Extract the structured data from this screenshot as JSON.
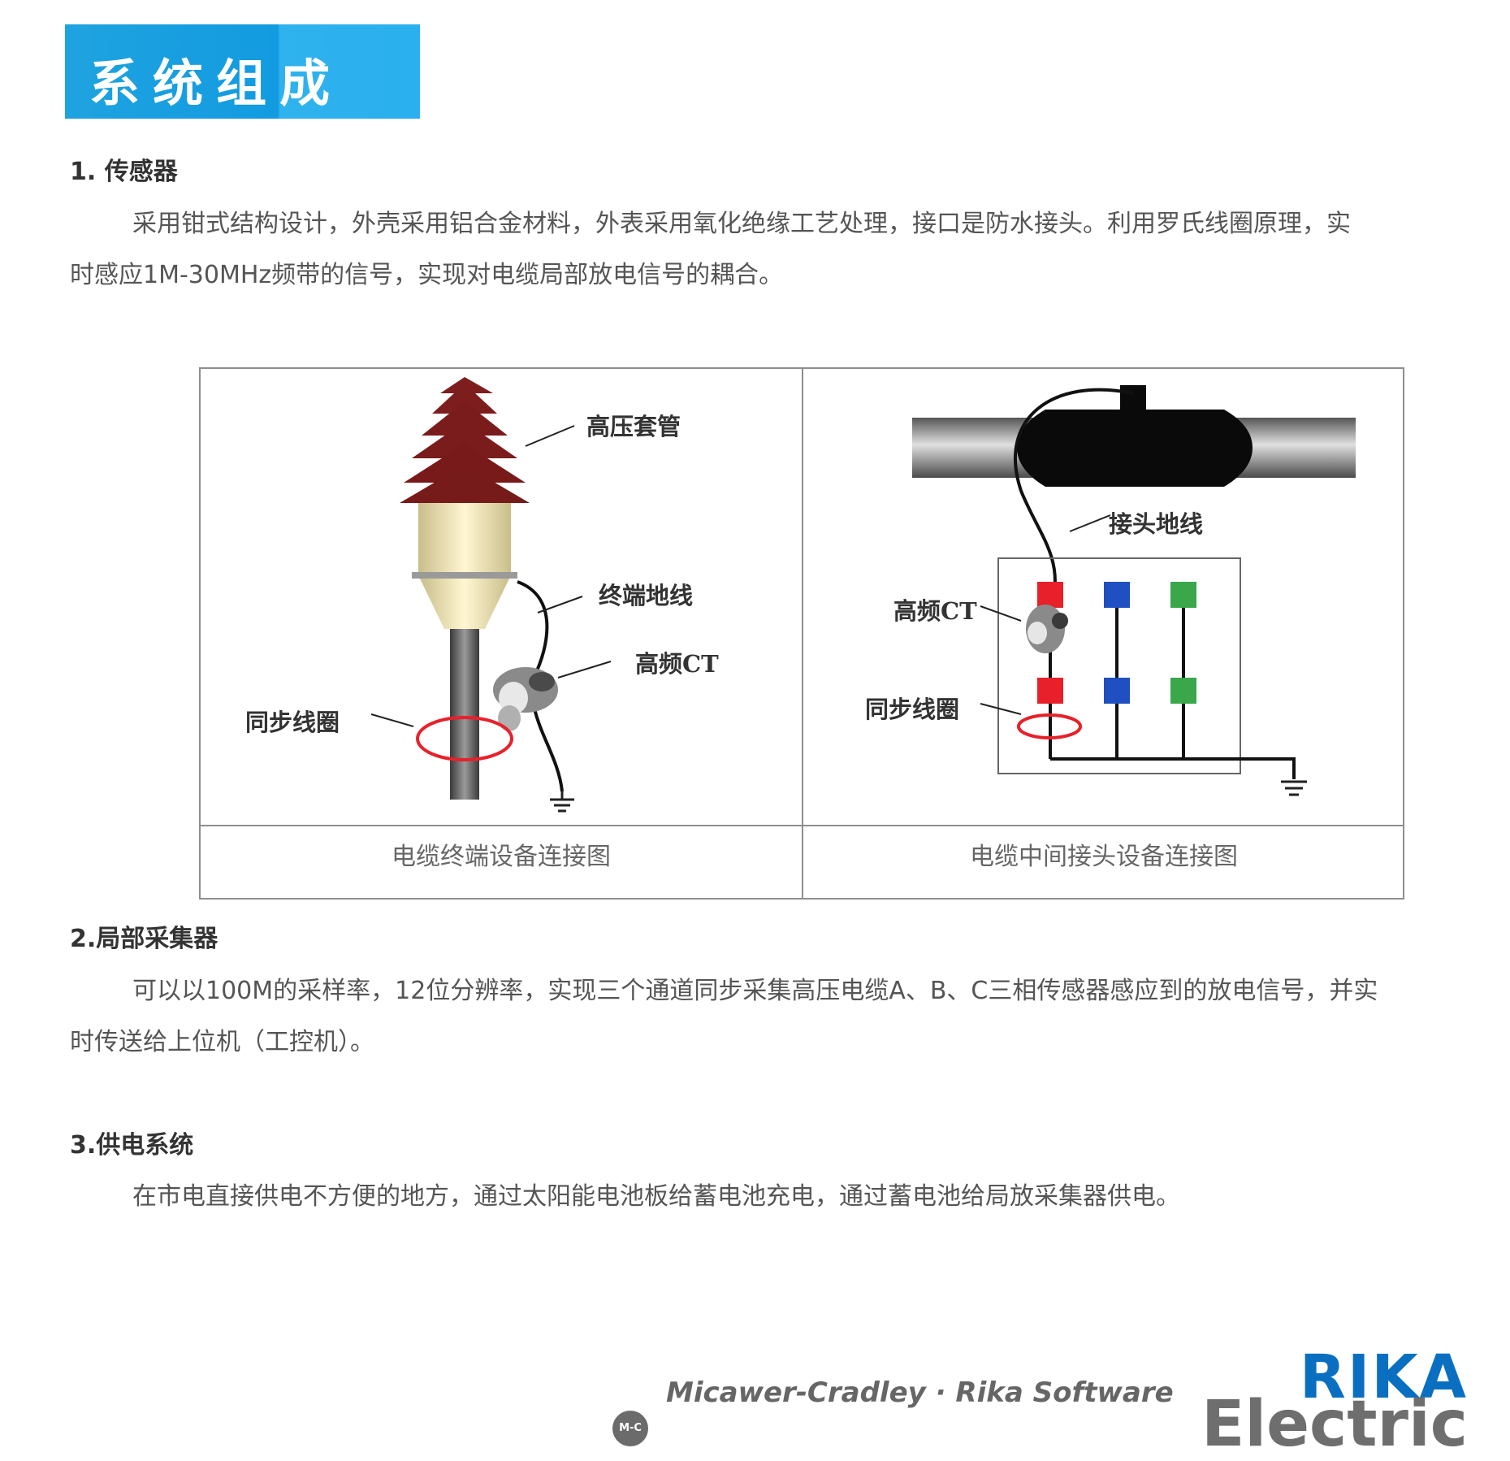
{
  "banner": {
    "title": "系统组成"
  },
  "sections": [
    {
      "heading": "1. 传感器",
      "line1": "采用钳式结构设计，外壳采用铝合金材料，外表采用氧化绝缘工艺处理，接口是防水接头。利用罗氏线圈原理，实",
      "line2": "时感应1M-30MHz频带的信号，实现对电缆局部放电信号的耦合。"
    },
    {
      "heading": "2.局部采集器",
      "line1": "可以以100M的采样率，12位分辨率，实现三个通道同步采集高压电缆A、B、C三相传感器感应到的放电信号，并实",
      "line2": "时传送给上位机（工控机）。"
    },
    {
      "heading": "3.供电系统",
      "line1": "在市电直接供电不方便的地方，通过太阳能电池板给蓄电池充电，通过蓄电池给局放采集器供电。"
    }
  ],
  "figure": {
    "left": {
      "caption": "电缆终端设备连接图",
      "labels": {
        "bushing": "高压套管",
        "ground": "终端地线",
        "ct": "高频CT",
        "sync": "同步线圈"
      }
    },
    "right": {
      "caption": "电缆中间接头设备连接图",
      "labels": {
        "joint_ground": "接头地线",
        "ct": "高频CT",
        "sync": "同步线圈"
      },
      "phase_colors": [
        "#e8202a",
        "#1f4fc0",
        "#3aa84a"
      ]
    }
  },
  "footer": {
    "ml_badge": "M-C",
    "brand_line": "Micawer-Cradley · Rika Software",
    "rika": "RIKA",
    "electric": "Electric"
  }
}
